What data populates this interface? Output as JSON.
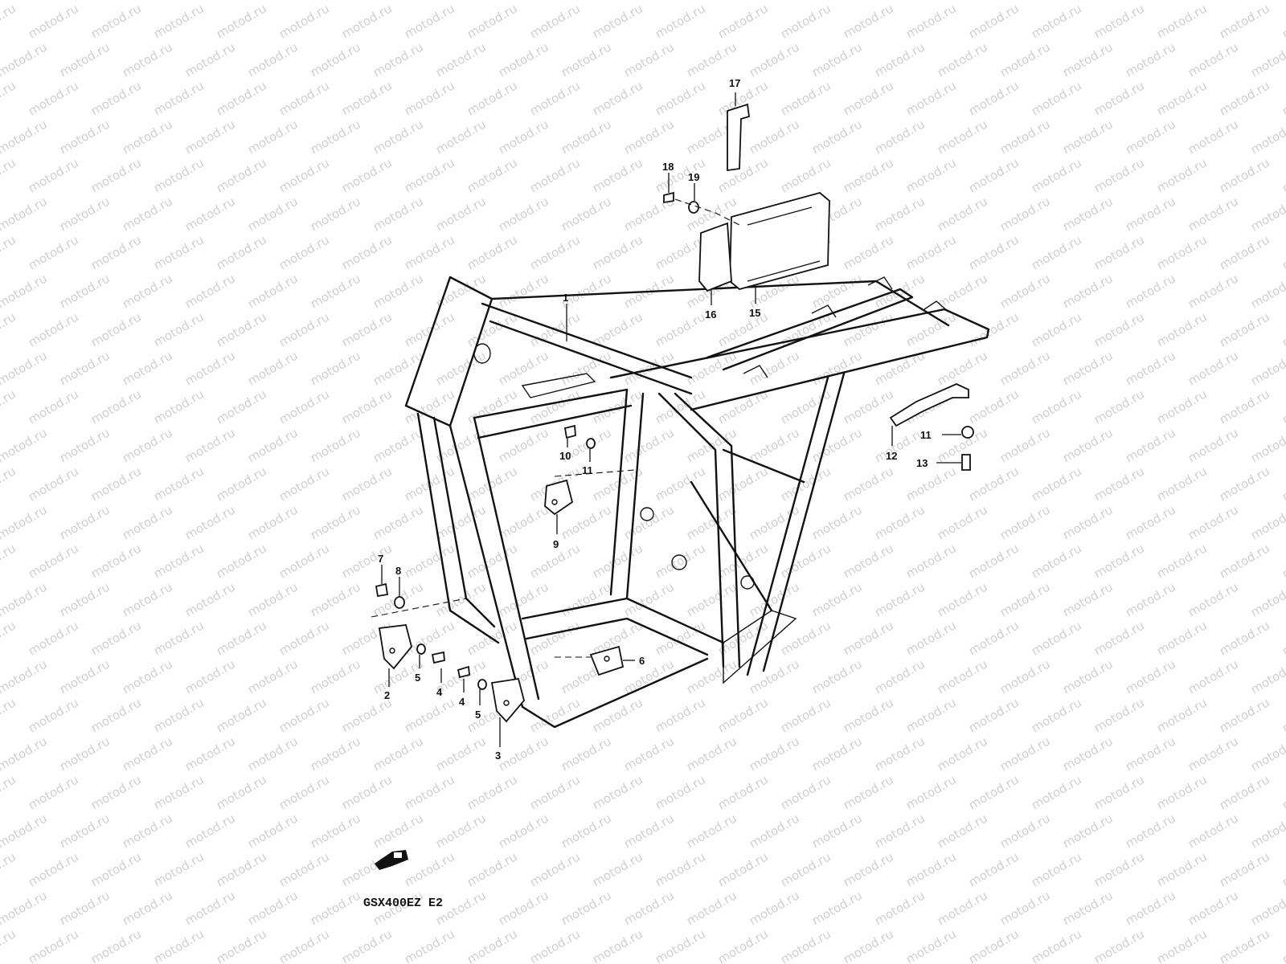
{
  "diagram": {
    "model_code": "GSX400EZ E2",
    "watermark_text": "motod.ru",
    "colors": {
      "line": "#111111",
      "background": "#ffffff",
      "watermark": "#d0d0d0"
    },
    "callouts": [
      {
        "id": "c1",
        "label": "1"
      },
      {
        "id": "c2",
        "label": "2"
      },
      {
        "id": "c3",
        "label": "3"
      },
      {
        "id": "c4a",
        "label": "4"
      },
      {
        "id": "c4b",
        "label": "4"
      },
      {
        "id": "c5a",
        "label": "5"
      },
      {
        "id": "c5b",
        "label": "5"
      },
      {
        "id": "c6",
        "label": "6"
      },
      {
        "id": "c7",
        "label": "7"
      },
      {
        "id": "c8",
        "label": "8"
      },
      {
        "id": "c9",
        "label": "9"
      },
      {
        "id": "c10",
        "label": "10"
      },
      {
        "id": "c11a",
        "label": "11"
      },
      {
        "id": "c11b",
        "label": "11"
      },
      {
        "id": "c12",
        "label": "12"
      },
      {
        "id": "c13",
        "label": "13"
      },
      {
        "id": "c15",
        "label": "15"
      },
      {
        "id": "c16",
        "label": "16"
      },
      {
        "id": "c17",
        "label": "17"
      },
      {
        "id": "c18",
        "label": "18"
      },
      {
        "id": "c19",
        "label": "19"
      }
    ]
  }
}
